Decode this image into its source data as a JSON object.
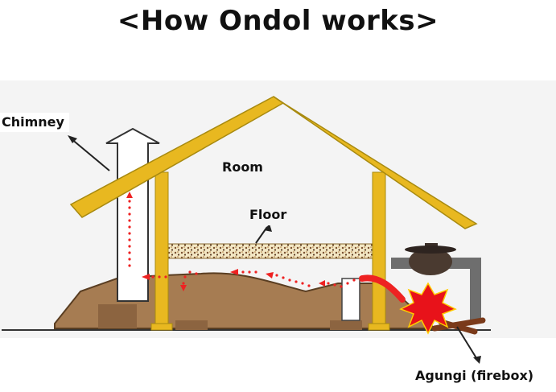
{
  "title": "<How Ondol works>",
  "labels": {
    "chimney": "Chimney",
    "room": "Room",
    "floor": "Floor",
    "agungi": "Agungi (firebox)"
  },
  "colors": {
    "roof": "#e8b820",
    "roof_edge": "#a88a10",
    "ground": "#a67c52",
    "ground_edge": "#5a3e22",
    "floor_stones": "#7a5030",
    "flame": "#e8121a",
    "heat_dots": "#ee2222",
    "pot": "#4a3a30",
    "pipe": "#6e6e6e",
    "wood": "#7a3a1a"
  }
}
